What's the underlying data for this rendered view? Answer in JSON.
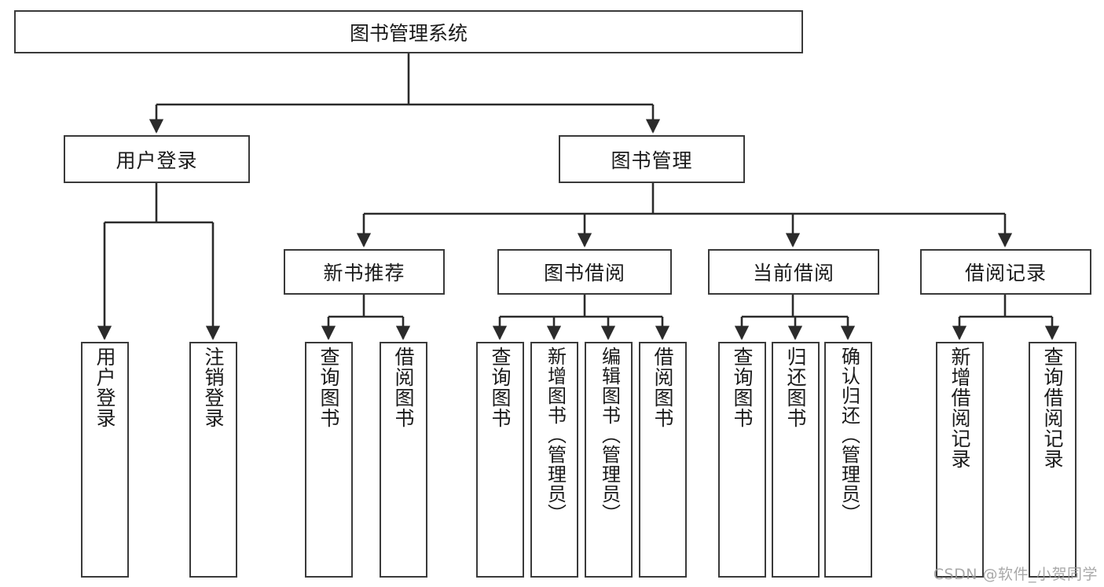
{
  "diagram": {
    "title": "图书管理系统",
    "type": "tree-hierarchy-chart",
    "watermark": "CSDN @软件_小贺同学",
    "colors": {
      "border": "#3a3a3a",
      "background": "#ffffff",
      "text": "#1a1a1a",
      "watermark": "#9a9a9a"
    }
  },
  "nodes": {
    "root": {
      "label": "图书管理系统"
    },
    "level2": [
      {
        "id": "user-login",
        "label": "用户登录"
      },
      {
        "id": "book-management",
        "label": "图书管理"
      }
    ],
    "level3": [
      {
        "id": "new-book-recommend",
        "label": "新书推荐"
      },
      {
        "id": "book-borrow",
        "label": "图书借阅"
      },
      {
        "id": "current-borrow",
        "label": "当前借阅"
      },
      {
        "id": "borrow-record",
        "label": "借阅记录"
      }
    ],
    "leaves": [
      {
        "id": "leaf-user-login",
        "parent": "user-login",
        "label": "用户登录"
      },
      {
        "id": "leaf-logout-login",
        "parent": "user-login",
        "label": "注销登录"
      },
      {
        "id": "leaf-query-book-1",
        "parent": "new-book-recommend",
        "label": "查询图书"
      },
      {
        "id": "leaf-borrow-book-1",
        "parent": "new-book-recommend",
        "label": "借阅图书"
      },
      {
        "id": "leaf-query-book-2",
        "parent": "book-borrow",
        "label": "查询图书"
      },
      {
        "id": "leaf-add-book",
        "parent": "book-borrow",
        "label": "新增图书（管理员）"
      },
      {
        "id": "leaf-edit-book",
        "parent": "book-borrow",
        "label": "编辑图书（管理员）"
      },
      {
        "id": "leaf-borrow-book-2",
        "parent": "book-borrow",
        "label": "借阅图书"
      },
      {
        "id": "leaf-query-book-3",
        "parent": "current-borrow",
        "label": "查询图书"
      },
      {
        "id": "leaf-return-book",
        "parent": "current-borrow",
        "label": "归还图书"
      },
      {
        "id": "leaf-confirm-return",
        "parent": "current-borrow",
        "label": "确认归还（管理员）"
      },
      {
        "id": "leaf-add-record",
        "parent": "borrow-record",
        "label": "新增借阅记录"
      },
      {
        "id": "leaf-query-record",
        "parent": "borrow-record",
        "label": "查询借阅记录"
      }
    ]
  }
}
